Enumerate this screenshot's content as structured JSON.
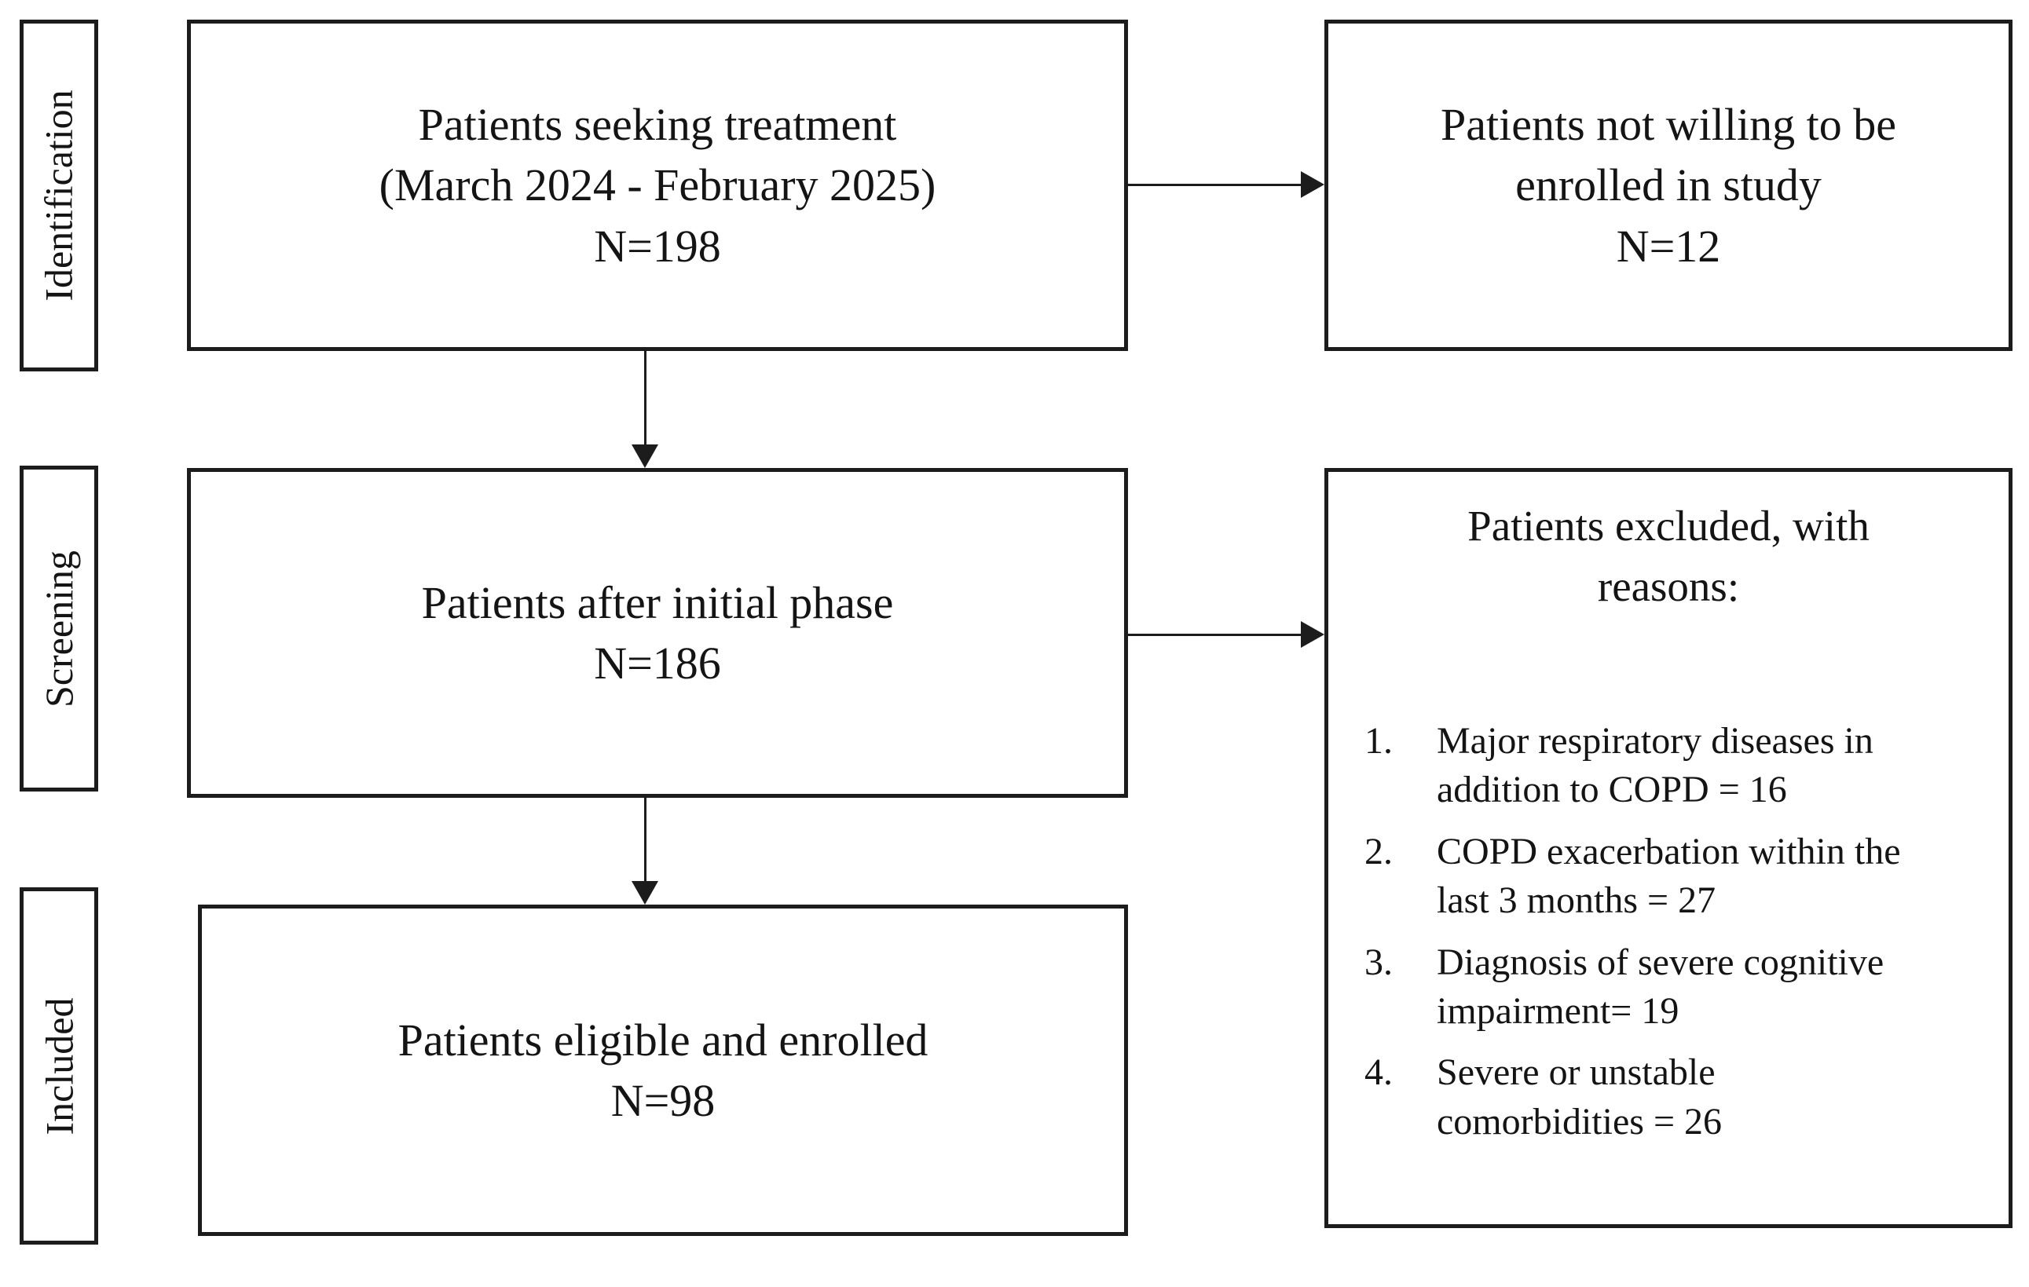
{
  "figure": {
    "type": "patient-flow-diagram",
    "background_color": "#ffffff",
    "line_color": "#1c1c1c"
  },
  "stages": [
    {
      "label": "Identification"
    },
    {
      "label": "Screening"
    },
    {
      "label": "Included"
    }
  ],
  "main_boxes": [
    {
      "text": "Patients seeking treatment\n(March 2024 - February 2025)\nN=198"
    },
    {
      "text": "Patients after initial phase\nN=186"
    },
    {
      "text": "Patients eligible and enrolled\nN=98"
    }
  ],
  "side_boxes": [
    {
      "text": "Patients not willing to be\nenrolled in study\nN=12"
    },
    {
      "title": "Patients excluded, with\nreasons:",
      "items": [
        {
          "num": "1.",
          "text": "Major respiratory diseases in\naddition to COPD = 16"
        },
        {
          "num": "2.",
          "text": "COPD exacerbation within the\nlast 3 months = 27"
        },
        {
          "num": "3.",
          "text": "Diagnosis of severe cognitive\nimpairment= 19"
        },
        {
          "num": "4.",
          "text": "Severe or unstable\ncomorbidities = 26"
        }
      ]
    }
  ]
}
